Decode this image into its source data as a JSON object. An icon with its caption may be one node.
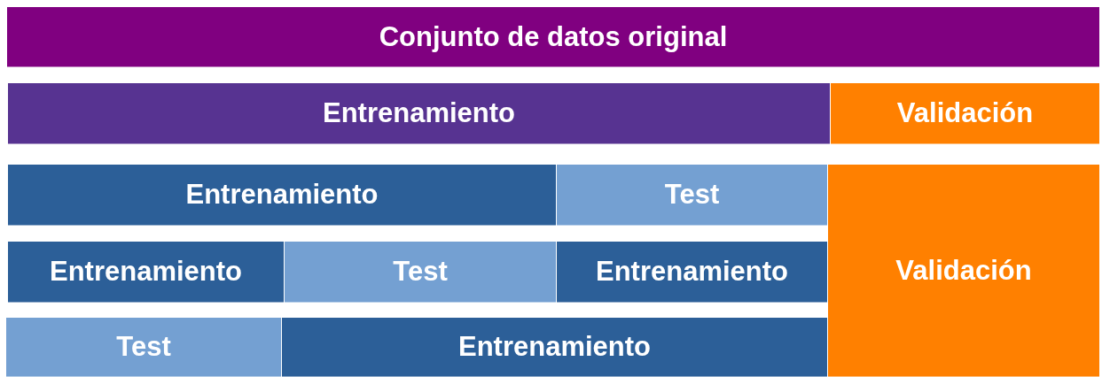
{
  "diagram": {
    "nodes": [
      {
        "text": [
          "Conjunto de datos original"
        ]
      },
      {
        "text": [
          "Entrenamiento"
        ]
      },
      {
        "text": [
          "Validación"
        ]
      },
      {
        "text": [
          "Entrenamiento"
        ]
      },
      {
        "text": [
          "Test"
        ]
      },
      {
        "text": [
          "Validación"
        ]
      },
      {
        "text": [
          "Entrenamiento"
        ]
      },
      {
        "text": [
          "Test"
        ]
      },
      {
        "text": [
          "Entrenamiento"
        ]
      },
      {
        "text": [
          "Test"
        ]
      },
      {
        "text": [
          "Entrenamiento"
        ]
      }
    ]
  }
}
